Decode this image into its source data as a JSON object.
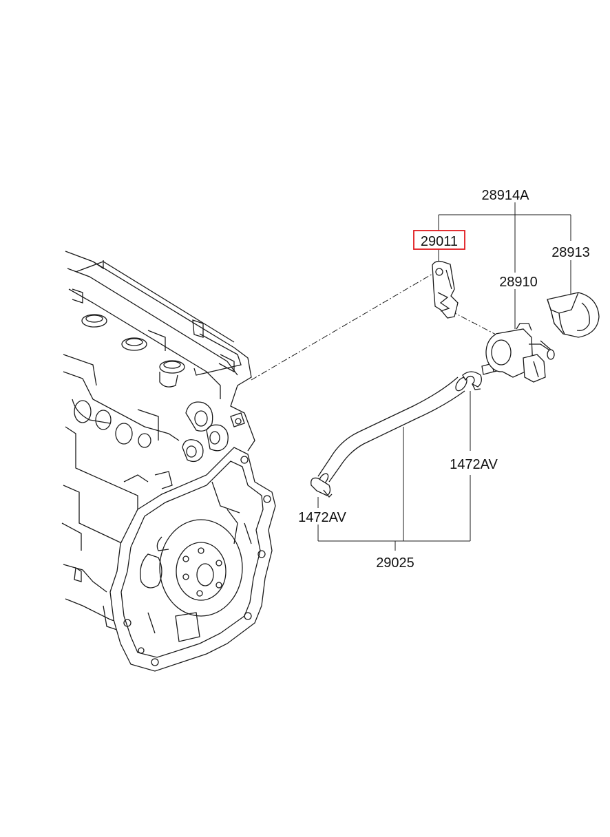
{
  "labels": {
    "assembly": "28914A",
    "bracket": "29011",
    "valve": "28910",
    "cover": "28913",
    "clamp_right": "1472AV",
    "clamp_left": "1472AV",
    "hose": "29025"
  },
  "highlight": {
    "part": "29011",
    "color": "#e0191f"
  }
}
